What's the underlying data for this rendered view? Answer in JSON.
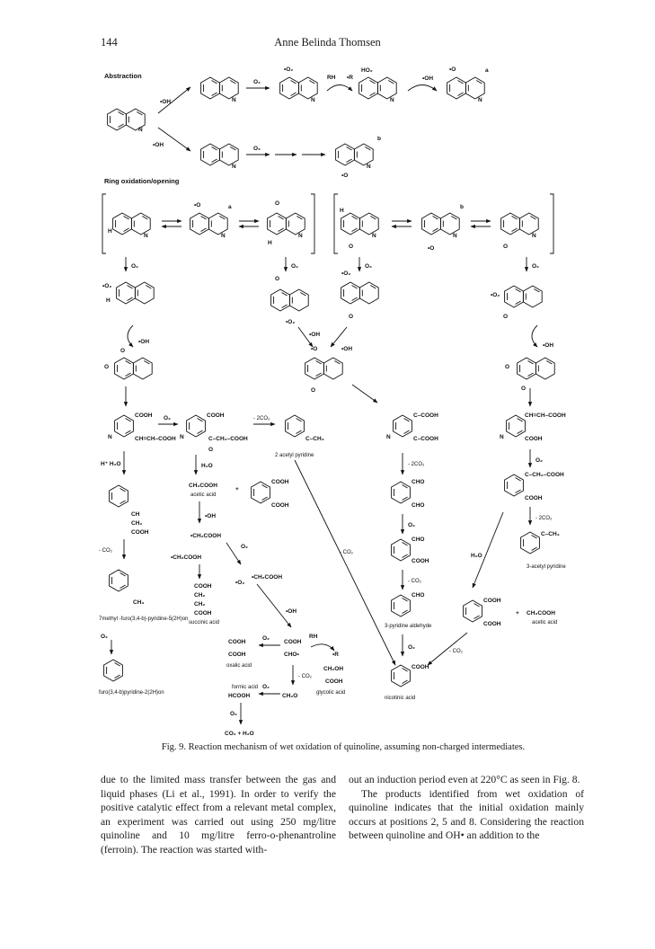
{
  "header": {
    "page_number": "144",
    "author": "Anne Belinda Thomsen"
  },
  "scheme": {
    "sections": [
      "Abstraction",
      "Ring oxidation/opening"
    ],
    "reagents": {
      "oh_radical": "•OH",
      "o2": "O₂",
      "rh": "RH",
      "r_radical": "•R",
      "ho2": "HO₂",
      "h2o": "H₂O",
      "h_plus_h2o": "H⁺ H₂O",
      "minus_2co2": "- 2CO₂",
      "minus_co2": "- CO₂",
      "co2_h2o": "CO₂ + H₂O",
      "o2_radical": "•O₂"
    },
    "structure_letters": [
      "a",
      "b"
    ],
    "fragments": {
      "cooh": "COOH",
      "ch_ch_cooh": "CH=CH–COOH",
      "c_ch2_cooh": "C–CH₂–COOH",
      "c_ch3": "C–CH₃",
      "c_cooh": "C–COOH",
      "cho": "CHO",
      "ch3cooh": "CH₃COOH",
      "ch2cooh": "•CH₂COOH",
      "ch2": "CH₂",
      "ch": "CH",
      "ch3": "CH₃",
      "ch2oh": "CH₂OH",
      "cho_radical": "CHO•",
      "hcooh": "HCOOH",
      "ch2o": "CH₂O",
      "h": "H",
      "n": "N",
      "o": "O",
      "o_radical": "•O"
    },
    "compound_names": {
      "acetyl_pyridine_2": "2 acetyl pyridine",
      "acetic_acid": "acetic acid",
      "succinic_acid": "succinic acid",
      "oxalic_acid": "oxalic acid",
      "formic_acid": "formic acid",
      "glycolic_acid": "glycolic acid",
      "methyl_furo": "7methyl -furo(3,4-b)-pyridine-5(2H)on",
      "furo": "furo(3,4-b)pyridine-2(2H)on",
      "pyridine_aldehyde": "3-pyridine aldehyde",
      "acetyl_pyridine_3": "3-acetyl pyridine",
      "nicotinic_acid": "nicotinic acid"
    }
  },
  "caption": "Fig. 9. Reaction mechanism of wet oxidation of quinoline, assuming non-charged intermediates.",
  "body": {
    "left_column": "due to the limited mass transfer between the gas and liquid phases (Li et al., 1991). In order to verify the positive catalytic effect from a relevant metal complex, an experiment was carried out using 250 mg/litre quinoline and 10 mg/litre ferro-o-phenantroline (ferroin). The reaction was started with-",
    "right_column_p1": "out an induction period even at 220°C as seen in Fig. 8.",
    "right_column_p2": "The products identified from wet oxidation of quinoline indicates that the initial oxidation mainly occurs at positions 2, 5 and 8. Considering the reaction between quinoline and OH• an addition to the"
  }
}
